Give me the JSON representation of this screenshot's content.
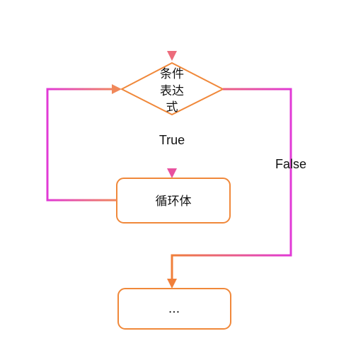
{
  "diagram": {
    "type": "flowchart",
    "nodes": {
      "condition": {
        "shape": "diamond",
        "lines": [
          "条件",
          "表达",
          "式"
        ]
      },
      "loop_body": {
        "shape": "rounded-rectangle",
        "label": "循环体"
      },
      "next": {
        "shape": "rounded-rectangle",
        "label": "..."
      }
    },
    "edges": {
      "true_label": "True",
      "false_label": "False"
    },
    "colors": {
      "node_stroke": "#f0883a",
      "edge_pink": "#e8519f",
      "edge_magenta": "#e13ad6",
      "edge_orange": "#f07f3a"
    }
  }
}
